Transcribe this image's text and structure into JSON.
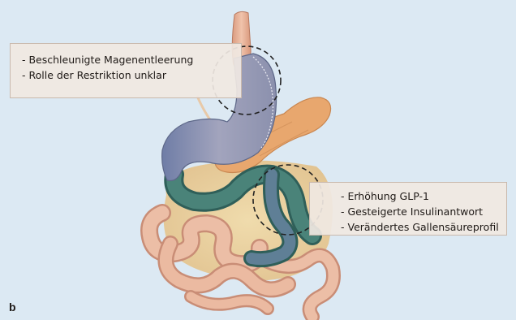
{
  "callout_top": {
    "items": [
      "- Beschleunigte Magenentleerung",
      "- Rolle der Restriktion unklar"
    ]
  },
  "callout_right": {
    "items": [
      "- Erhöhung GLP-1",
      "- Gesteigerte Insulinantwort",
      "- Verändertes Gallensäureprofil"
    ]
  },
  "panel_label": "b",
  "colors": {
    "background": "#dce9f3",
    "callout_fill": "#f0e8e2",
    "stomach_sleeve": "#8e96b4",
    "intestine": "#e7b49b",
    "pancreas": "#e9a46a",
    "highlighted_loop": "#3f7a73",
    "dashed_circle": "#222222"
  }
}
